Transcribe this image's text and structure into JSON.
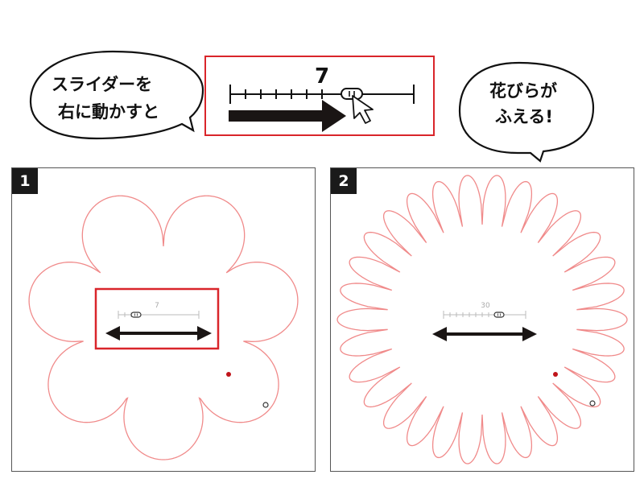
{
  "callouts": {
    "left_line1": "スライダーを",
    "left_line2": "右に動かすと",
    "right_line1": "花びらが",
    "right_line2": "ふえる!"
  },
  "demo_slider": {
    "value": "7"
  },
  "panels": [
    {
      "number": "1",
      "slider_value": "7",
      "petal_count": 7
    },
    {
      "number": "2",
      "slider_value": "30",
      "petal_count": 30
    }
  ],
  "colors": {
    "highlight": "#d9252a",
    "petal_stroke": "#f08a8a",
    "arrow": "#1a1514",
    "dot": "#c0141a"
  }
}
